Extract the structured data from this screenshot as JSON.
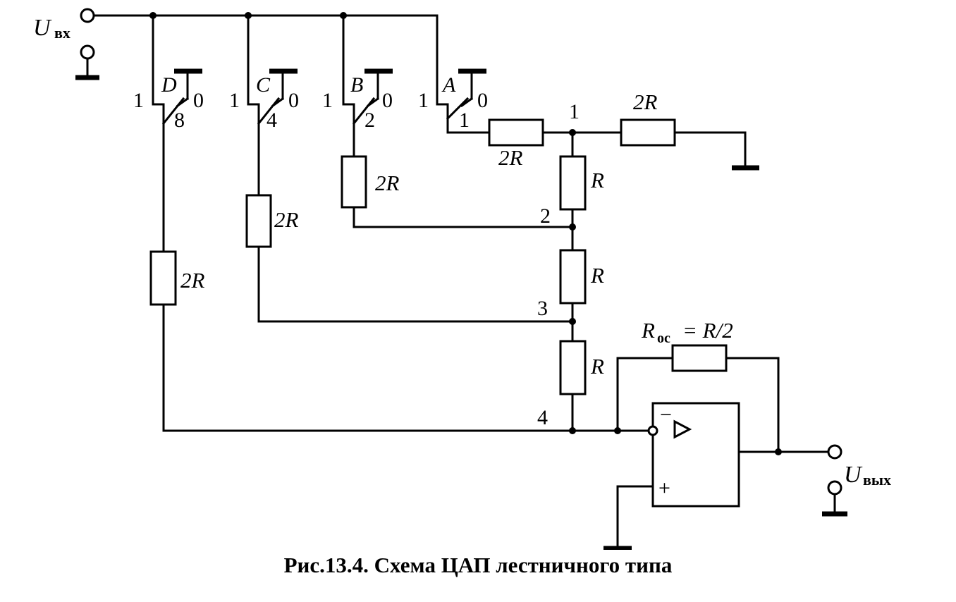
{
  "caption": "Рис.13.4. Схема ЦАП лестничного типа",
  "input": {
    "symbol": "U",
    "subscript": "вх"
  },
  "output": {
    "symbol": "U",
    "subscript": "вых"
  },
  "switches": [
    {
      "name": "D",
      "pos1": "1",
      "pos0": "0",
      "weight": "8"
    },
    {
      "name": "C",
      "pos1": "1",
      "pos0": "0",
      "weight": "4"
    },
    {
      "name": "B",
      "pos1": "1",
      "pos0": "0",
      "weight": "2"
    },
    {
      "name": "A",
      "pos1": "1",
      "pos0": "0",
      "weight": "1"
    }
  ],
  "resistor_labels": {
    "series_a": "2R",
    "terminator": "2R",
    "branch_b": "2R",
    "branch_c": "2R",
    "branch_d": "2R",
    "ladder_1_2": "R",
    "ladder_2_3": "R",
    "ladder_3_4": "R"
  },
  "feedback": {
    "symbol": "R",
    "subscript": "ос",
    "value": "= R/2"
  },
  "nodes": [
    "1",
    "2",
    "3",
    "4"
  ],
  "opamp": {
    "inverting_label": "−",
    "noninverting_label": "+"
  }
}
